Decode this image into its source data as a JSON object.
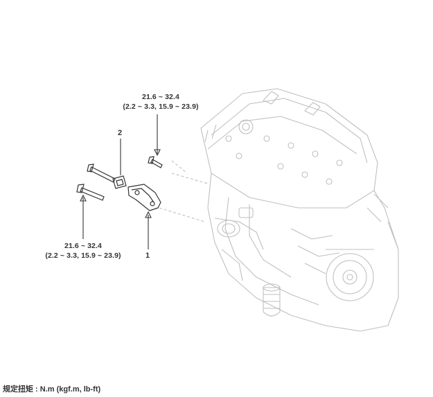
{
  "callouts": {
    "top_value": "21.6 ~ 32.4",
    "top_detail": "(2.2 ~ 3.3, 15.9 ~ 23.9)",
    "bottom_value": "21.6 ~ 32.4",
    "bottom_detail": "(2.2 ~ 3.3, 15.9 ~ 23.9)",
    "part_1": "1",
    "part_2": "2"
  },
  "legend": "规定扭矩 : N.m (kgf.m, lb-ft)",
  "colors": {
    "line": "#333333",
    "ghost": "#bcbcbc"
  },
  "icons": [
    "engine-block-illustration",
    "bolt-icon",
    "bracket-icon",
    "arrow-up-icon",
    "arrow-down-icon"
  ]
}
